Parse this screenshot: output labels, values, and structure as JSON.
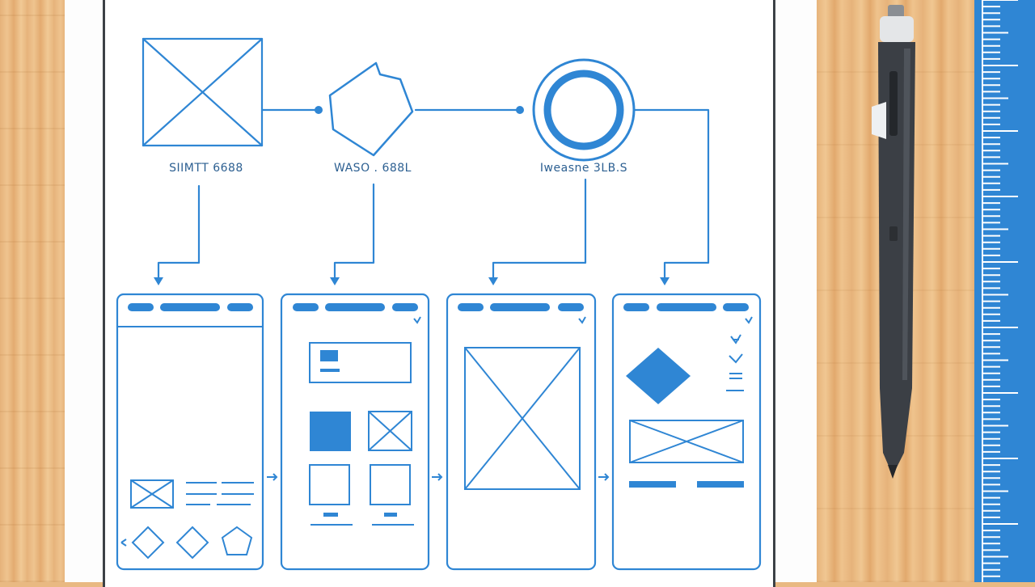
{
  "diagram": {
    "captions": [
      "SIIMTT 6688",
      "WASO . 688L",
      "Iweasne 3LB.S"
    ],
    "colors": {
      "line": "#2f86d4",
      "paper": "#ffffff",
      "wood": "#e9b982",
      "ruler": "#2f86d4",
      "pen": "#3b3f45"
    },
    "nodes": [
      {
        "shape": "image-placeholder-box"
      },
      {
        "shape": "polygon"
      },
      {
        "shape": "double-circle"
      }
    ],
    "screens": [
      {
        "name": "screen-1"
      },
      {
        "name": "screen-2"
      },
      {
        "name": "screen-3"
      },
      {
        "name": "screen-4"
      }
    ]
  },
  "desk": {
    "objects": [
      "wooden-desk",
      "pen",
      "ruler"
    ]
  }
}
